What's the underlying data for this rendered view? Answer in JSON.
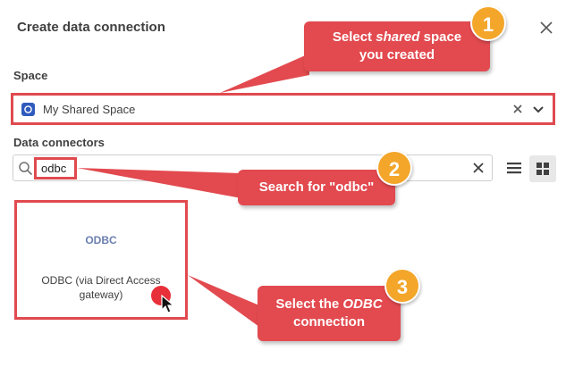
{
  "dialog": {
    "title": "Create data connection"
  },
  "space": {
    "label": "Space",
    "selected": "My Shared Space"
  },
  "connectors": {
    "label": "Data connectors",
    "search_value": "odbc",
    "results": [
      {
        "brand": "ODBC",
        "name": "ODBC (via Direct Access gateway)"
      }
    ]
  },
  "annotations": {
    "callout1": {
      "number": "1",
      "line1_pre": "Select ",
      "line1_em": "shared",
      "line1_post": " space",
      "line2": "you created"
    },
    "callout2": {
      "number": "2",
      "text": "Search for \"odbc\""
    },
    "callout3": {
      "number": "3",
      "line1_pre": "Select the ",
      "line1_em": "ODBC",
      "line2": "connection"
    }
  },
  "colors": {
    "annotation_red": "#e24a4f",
    "badge_orange": "#f3a62a",
    "space_icon": "#2f5bbd"
  },
  "icons": [
    "close-icon",
    "space-icon",
    "clear-icon",
    "chevron-down-icon",
    "search-icon",
    "list-view-icon",
    "grid-view-icon",
    "mouse-cursor-icon"
  ]
}
